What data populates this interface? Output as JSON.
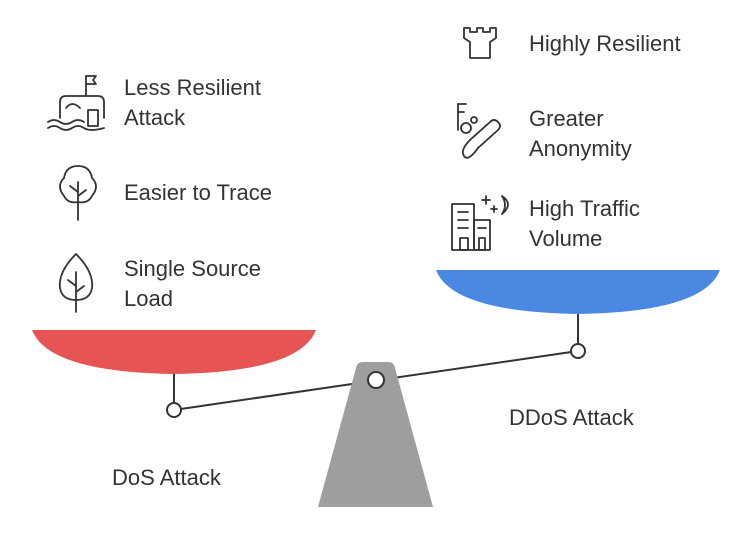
{
  "left_pan": {
    "title": "DoS Attack",
    "color": "#E65454",
    "items": [
      {
        "icon": "flooded-house-icon",
        "text": "Less Resilient\nAttack"
      },
      {
        "icon": "tree-icon",
        "text": "Easier to Trace"
      },
      {
        "icon": "leaf-icon",
        "text": "Single Source\nLoad"
      }
    ]
  },
  "right_pan": {
    "title": "DDoS Attack",
    "color": "#4A88E2",
    "items": [
      {
        "icon": "castle-tower-icon",
        "text": "Highly Resilient"
      },
      {
        "icon": "key-icon",
        "text": "Greater\nAnonymity"
      },
      {
        "icon": "city-night-icon",
        "text": "High Traffic\nVolume"
      }
    ]
  },
  "fulcrum_color": "#9E9E9E",
  "beam_color": "#333333"
}
